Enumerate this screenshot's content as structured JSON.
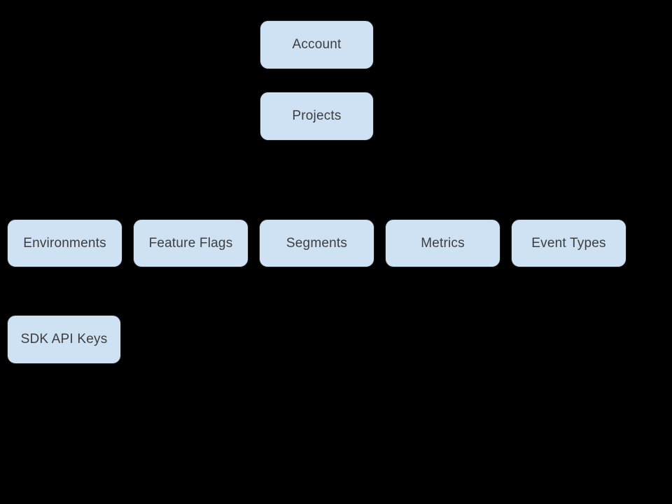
{
  "diagram": {
    "background_color": "#000000",
    "node_fill_color": "#cfe2f3",
    "node_border_color": "#1f1f1f",
    "node_text_color": "#3d3d3d",
    "nodes": {
      "account": {
        "label": "Account"
      },
      "projects": {
        "label": "Projects"
      },
      "environments": {
        "label": "Environments"
      },
      "feature_flags": {
        "label": "Feature Flags"
      },
      "segments": {
        "label": "Segments"
      },
      "metrics": {
        "label": "Metrics"
      },
      "event_types": {
        "label": "Event Types"
      },
      "sdk_api_keys": {
        "label": "SDK API Keys"
      }
    }
  }
}
